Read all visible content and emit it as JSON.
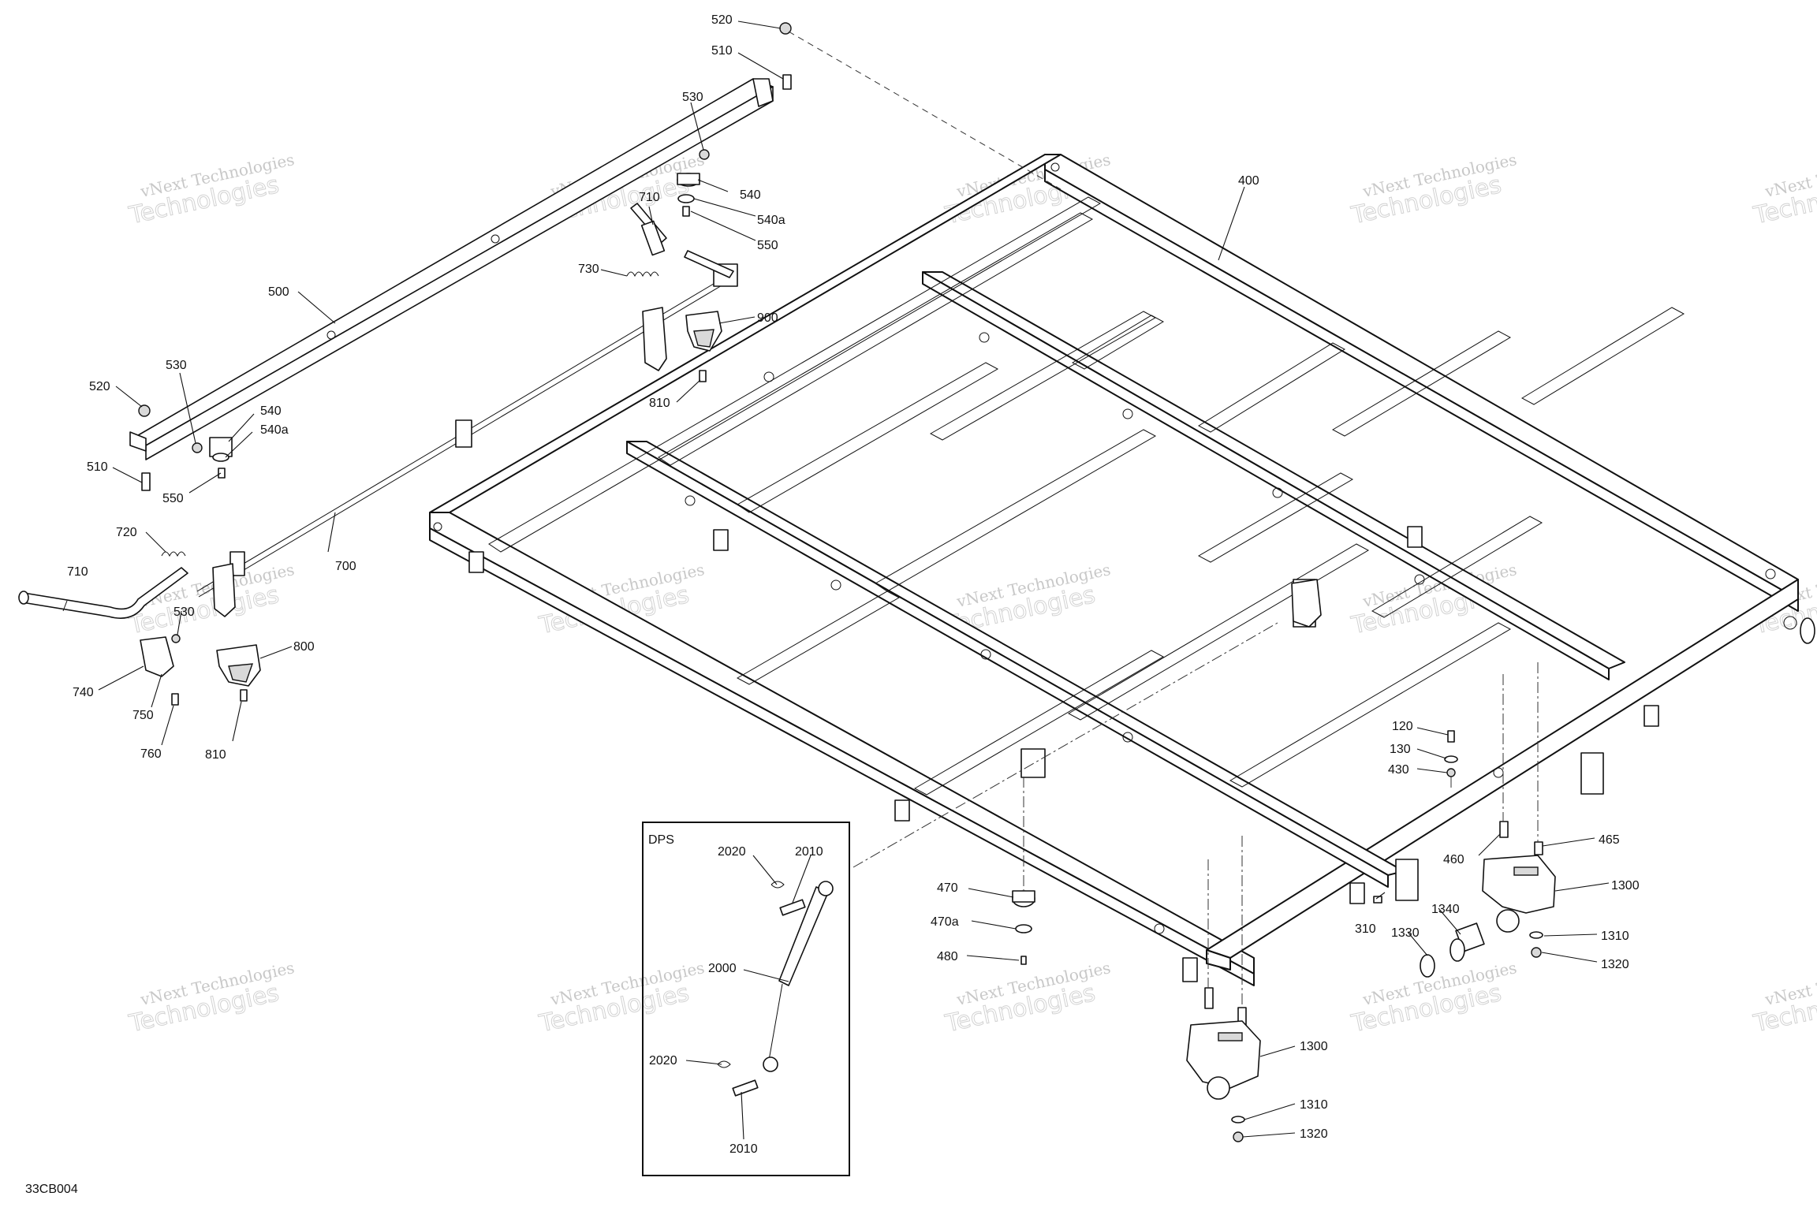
{
  "diagram_id": "33CB004",
  "inset_label": "DPS",
  "watermark": {
    "line1": "vNext Technologies",
    "line2": "Technologies"
  },
  "callouts": {
    "c520a": "520",
    "c510a": "510",
    "c530a": "530",
    "c540a": "540",
    "c540aa": "540a",
    "c550a": "550",
    "c710a": "710",
    "c730": "730",
    "c900": "900",
    "c810a": "810",
    "c500": "500",
    "c400": "400",
    "c520b": "520",
    "c530b": "530",
    "c540b": "540",
    "c540ab": "540a",
    "c510b": "510",
    "c550b": "550",
    "c720": "720",
    "c710b": "710",
    "c700": "700",
    "c530c": "530",
    "c740": "740",
    "c750": "750",
    "c760": "760",
    "c800": "800",
    "c810b": "810",
    "c120": "120",
    "c130": "130",
    "c430": "430",
    "c465": "465",
    "c460": "460",
    "c1300a": "1300",
    "c1340": "1340",
    "c310": "310",
    "c1330": "1330",
    "c1310a": "1310",
    "c1320a": "1320",
    "c470": "470",
    "c470a": "470a",
    "c480": "480",
    "c1300b": "1300",
    "c1310b": "1310",
    "c1320b": "1320",
    "c2020a": "2020",
    "c2010a": "2010",
    "c2000": "2000",
    "c2020b": "2020",
    "c2010b": "2010"
  }
}
